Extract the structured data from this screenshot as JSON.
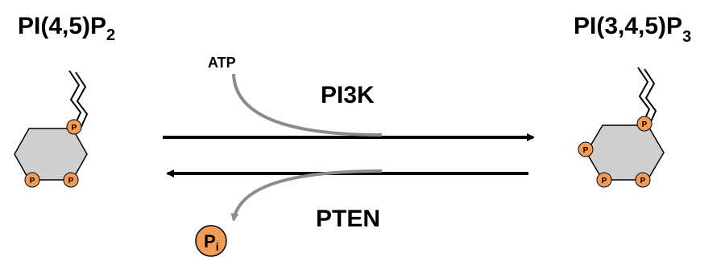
{
  "left_molecule": {
    "name_main": "PI(4,5)P",
    "name_sub": "2",
    "phosphate_label": "P"
  },
  "right_molecule": {
    "name_main": "PI(3,4,5)P",
    "name_sub": "3",
    "phosphate_label": "P"
  },
  "forward_reaction": {
    "enzyme": "PI3K",
    "cosubstrate": "ATP"
  },
  "reverse_reaction": {
    "enzyme": "PTEN",
    "product_main": "P",
    "product_sub": "i"
  },
  "colors": {
    "phosphate": "#f39c55",
    "ring": "#cfcfcf",
    "side_arrow": "#8c8c8c",
    "arrow": "#000000"
  }
}
